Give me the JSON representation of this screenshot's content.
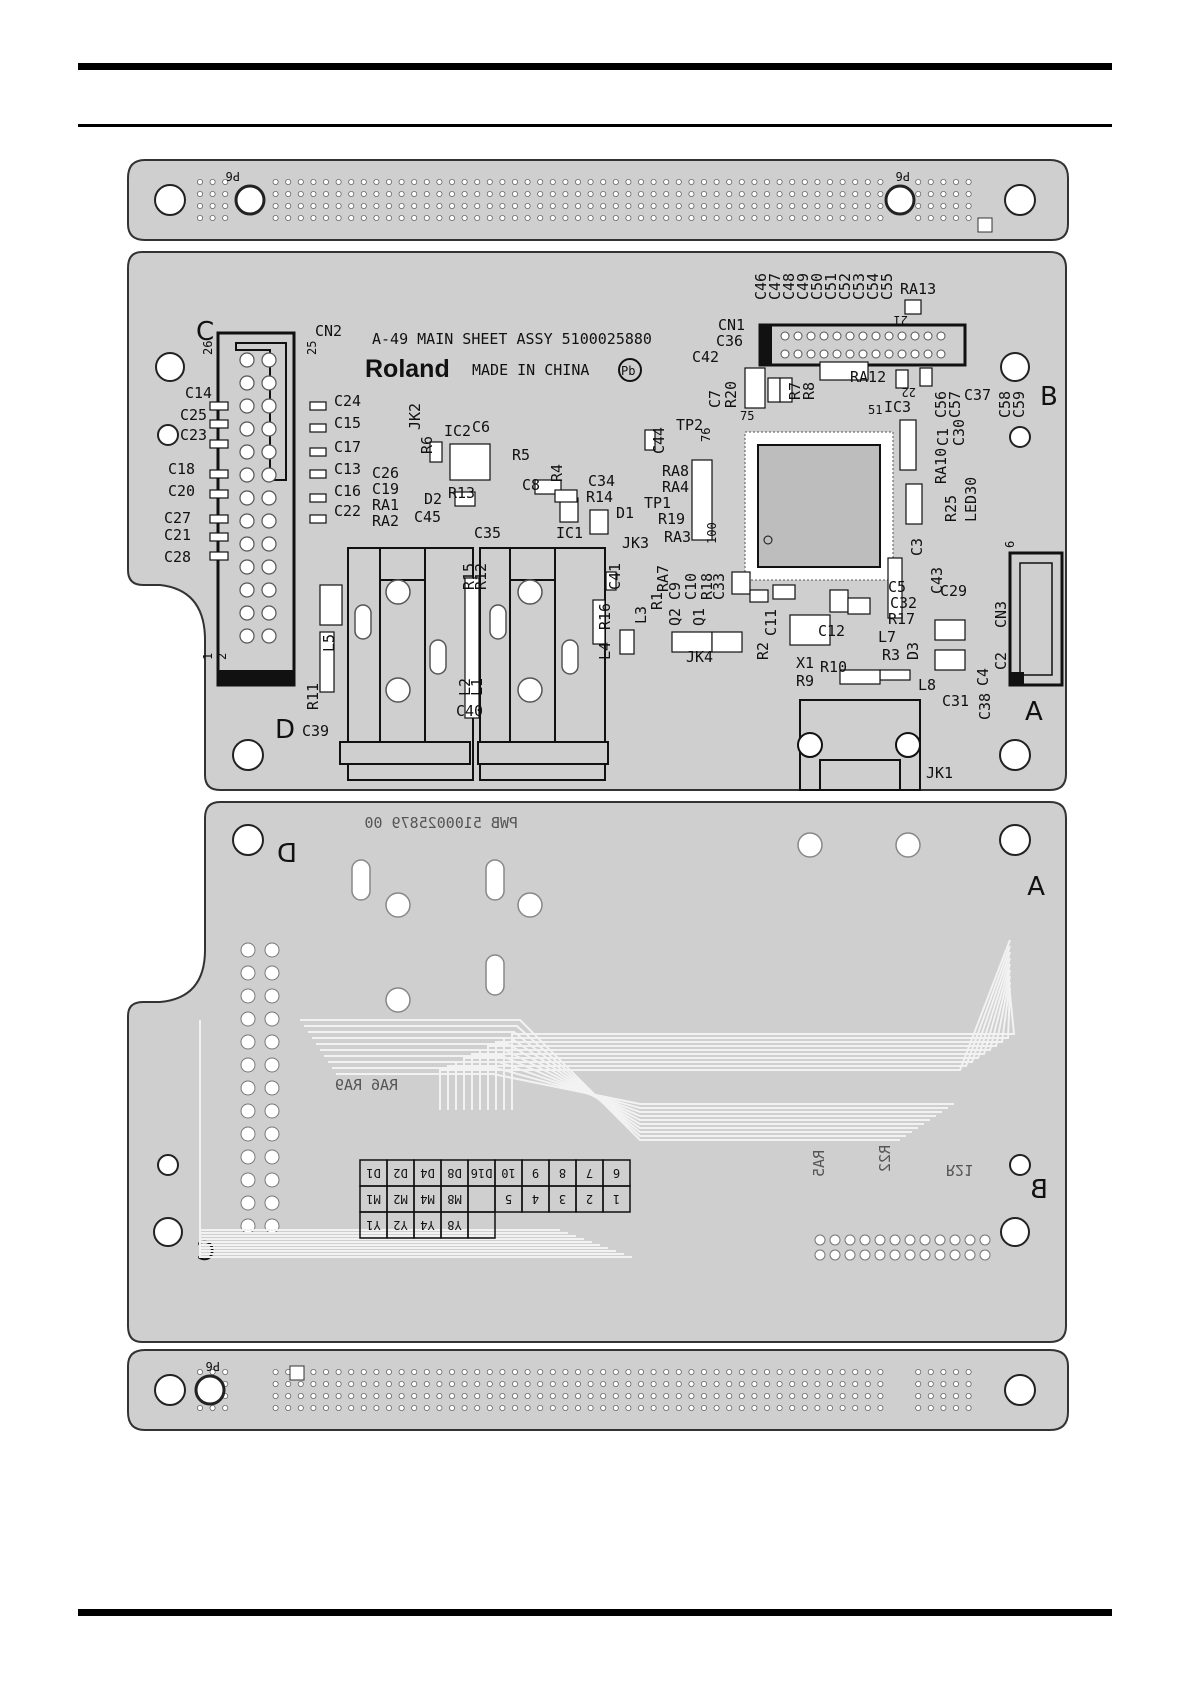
{
  "board": {
    "title": "A-49 MAIN SHEET ASSY 5100025880",
    "brand": "Roland",
    "made_in": "MADE IN CHINA",
    "pb_mark": "Pb",
    "pwb_number": "PWB 5100025879 00",
    "p6": "P6"
  },
  "corner_labels": {
    "a": "A",
    "b": "B",
    "c": "C",
    "d": "D"
  },
  "pin_labels": [
    "1",
    "2",
    "26",
    "25",
    "21",
    "22",
    "51",
    "75",
    "76",
    "100",
    "6"
  ],
  "components_top": [
    "CN2",
    "C14",
    "C25",
    "C23",
    "C18",
    "C20",
    "C27",
    "C21",
    "C28",
    "C24",
    "C15",
    "C17",
    "C13",
    "C16",
    "C22",
    "JK2",
    "R6",
    "IC2",
    "C6",
    "R5",
    "R4",
    "C26",
    "C19",
    "RA1",
    "RA2",
    "D2",
    "R13",
    "C8",
    "C34",
    "R14",
    "D1",
    "C45",
    "C35",
    "IC1",
    "JK3",
    "C41",
    "R15",
    "R12",
    "L2",
    "L1",
    "C40",
    "L5",
    "R11",
    "C39",
    "RA7",
    "R1",
    "C9",
    "C10",
    "R18",
    "C33",
    "L3",
    "Q2",
    "Q1",
    "R16",
    "L4",
    "JK4",
    "R2",
    "C11",
    "C12",
    "L7",
    "C5",
    "C32",
    "R17",
    "C43",
    "C29",
    "D3",
    "R3",
    "X1",
    "R10",
    "R9",
    "L8",
    "C4",
    "C2",
    "CN3",
    "C38",
    "C31",
    "JK1",
    "CN1",
    "C36",
    "C42",
    "C7",
    "R20",
    "R7",
    "R8",
    "C46",
    "C47",
    "C48",
    "C49",
    "C50",
    "C51",
    "C52",
    "C53",
    "C54",
    "C55",
    "RA13",
    "RA12",
    "IC3",
    "C56",
    "C57",
    "C37",
    "C58",
    "C59",
    "TP2",
    "C44",
    "RA8",
    "RA4",
    "TP1",
    "R19",
    "RA3",
    "R25",
    "RA10",
    "LED30",
    "C1",
    "C30",
    "C3"
  ],
  "components_bottom": [
    "RA6",
    "RA9",
    "RA5",
    "R22",
    "R21"
  ],
  "matrix": {
    "row1": [
      "D1",
      "D2",
      "D4",
      "D8",
      "D16",
      "10",
      "9",
      "8",
      "7",
      "6"
    ],
    "row2": [
      "M1",
      "M2",
      "M4",
      "M8",
      "",
      "5",
      "4",
      "3",
      "2",
      "1"
    ],
    "row3": [
      "Y1",
      "Y2",
      "Y4",
      "Y8",
      "",
      "",
      "",
      "",
      "",
      ""
    ]
  },
  "colors": {
    "board": "#cfcfcf",
    "outline": "#333333",
    "ink": "#111111",
    "trace": "#ffffff"
  }
}
